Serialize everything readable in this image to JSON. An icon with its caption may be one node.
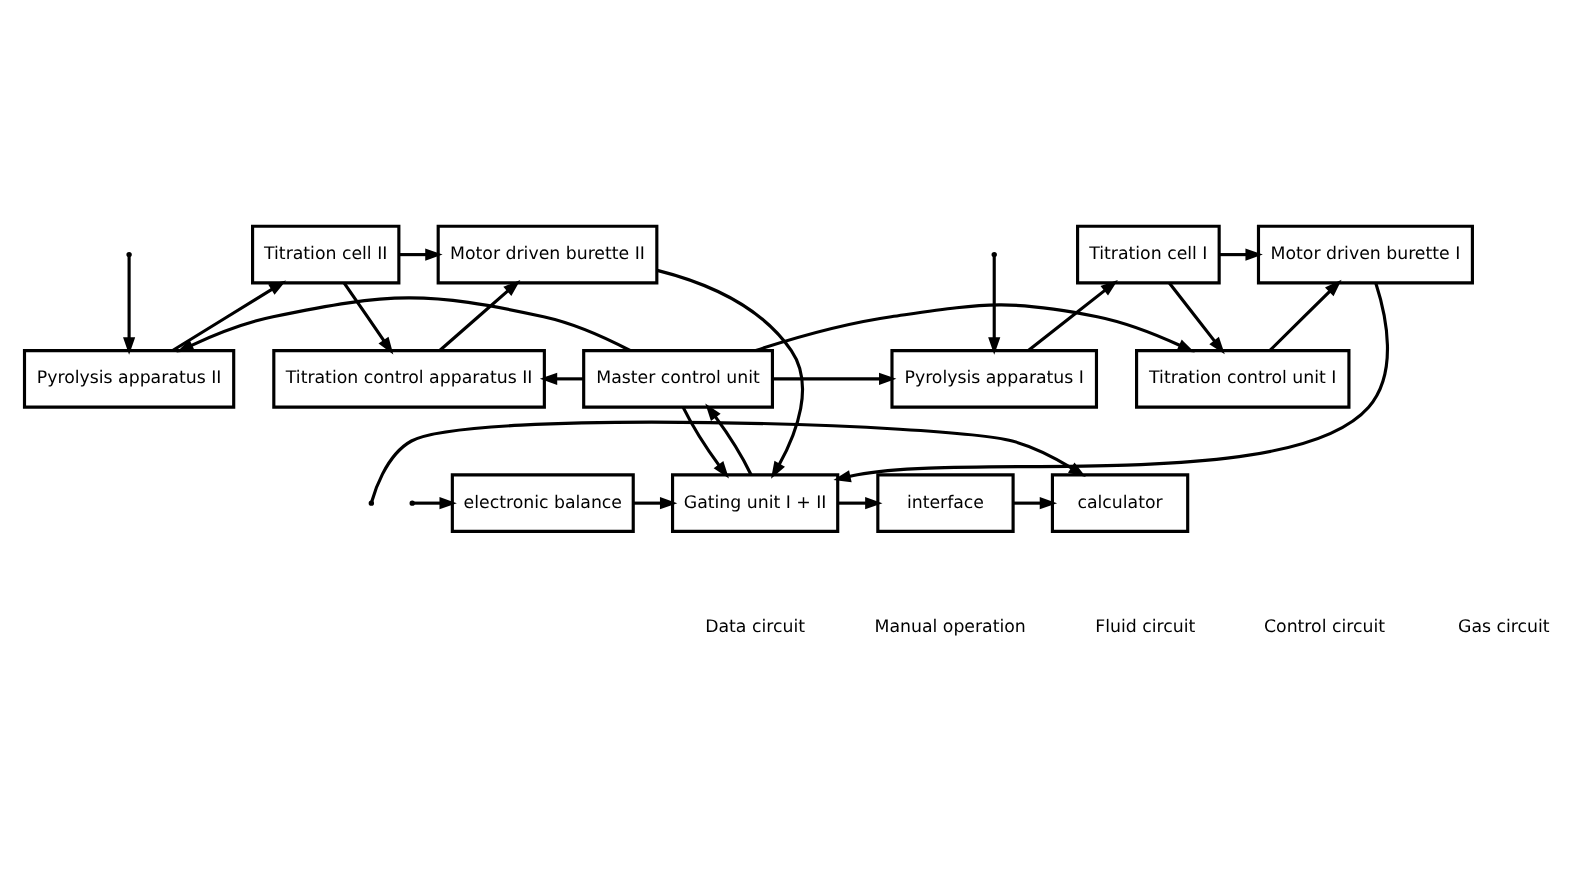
{
  "diagram": {
    "nodes": [
      {
        "text": [
          "Motor driven burette I"
        ]
      },
      {
        "text": [
          "Titration cell I"
        ]
      },
      {
        "text": [
          "Titration cell II"
        ]
      },
      {
        "text": [
          "Motor driven burette II"
        ]
      },
      {
        "text": [
          "Titration control unit I"
        ]
      },
      {
        "text": [
          "Pyrolysis apparatus I"
        ]
      },
      {
        "text": [
          "Master control unit"
        ]
      },
      {
        "text": [
          "Pyrolysis apparatus II"
        ]
      },
      {
        "text": [
          "Titration control apparatus II"
        ]
      },
      {
        "text": [
          "calculator"
        ]
      },
      {
        "text": [
          "interface"
        ]
      },
      {
        "text": [
          "Gating unit I + II"
        ]
      },
      {
        "text": [
          "electronic balance"
        ]
      }
    ],
    "edges": [
      {
        "from": 1,
        "to": 0,
        "arrow": "to"
      },
      {
        "from": 5,
        "to": 1,
        "arrow": "to"
      },
      {
        "from": null,
        "to": 5,
        "arrow": "to"
      },
      {
        "from": 1,
        "to": 4,
        "arrow": "to"
      },
      {
        "from": 4,
        "to": 0,
        "arrow": "to"
      },
      {
        "from": 6,
        "to": 5,
        "arrow": "to"
      },
      {
        "from": 6,
        "to": 4,
        "arrow": "to"
      },
      {
        "from": 0,
        "to": 11,
        "arrow": "to"
      },
      {
        "from": 6,
        "to": 11,
        "arrow": "to"
      },
      {
        "from": 11,
        "to": 6,
        "arrow": "to"
      },
      {
        "from": 6,
        "to": 7,
        "arrow": "to"
      },
      {
        "from": null,
        "to": 7,
        "arrow": "to"
      },
      {
        "from": 7,
        "to": 2,
        "arrow": "to"
      },
      {
        "from": 2,
        "to": 3,
        "arrow": "to"
      },
      {
        "from": 2,
        "to": 8,
        "arrow": "to"
      },
      {
        "from": 8,
        "to": 3,
        "arrow": "to"
      },
      {
        "from": 6,
        "to": 8,
        "arrow": "to"
      },
      {
        "from": 3,
        "to": 11,
        "arrow": "to"
      },
      {
        "from": null,
        "to": 9,
        "arrow": "to"
      },
      {
        "from": 10,
        "to": 9,
        "arrow": "to"
      },
      {
        "from": 11,
        "to": 10,
        "arrow": "to"
      },
      {
        "from": 12,
        "to": 11,
        "arrow": "to"
      },
      {
        "from": null,
        "to": 12,
        "arrow": "to"
      }
    ],
    "legend": [
      {
        "text": "Data circuit"
      },
      {
        "text": "Manual operation"
      },
      {
        "text": "Fluid circuit"
      },
      {
        "text": "Control circuit"
      },
      {
        "text": "Gas circuit"
      }
    ]
  }
}
